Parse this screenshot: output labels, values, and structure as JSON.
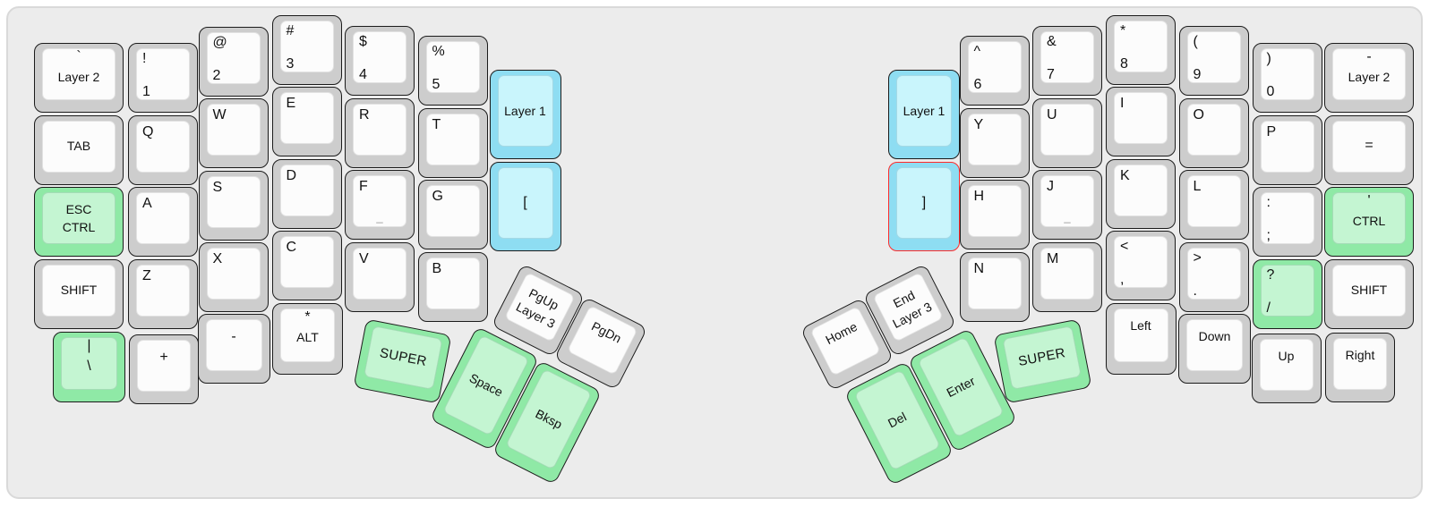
{
  "colors": {
    "panel": "#ececec",
    "key_gray": "#cdcdcd",
    "key_gray_top": "#fcfcfc",
    "key_green": "#8fe9a6",
    "key_green_top": "#c4f5d2",
    "key_blue": "#8eddf2",
    "key_blue_top": "#c9f5fc",
    "red_outline": "#ff2b2b",
    "key_border": "#1b1b1b"
  },
  "keys": [
    {
      "name": "layer2-left",
      "lines": [
        "`",
        "Layer 2"
      ],
      "color": "gray"
    },
    {
      "name": "tab",
      "lines": [
        "TAB"
      ],
      "color": "gray"
    },
    {
      "name": "esc-ctrl",
      "lines": [
        "ESC",
        "CTRL"
      ],
      "color": "green"
    },
    {
      "name": "shift-left",
      "lines": [
        "SHIFT"
      ],
      "color": "gray"
    },
    {
      "name": "pipe-backslash",
      "lines": [
        "|",
        "\\"
      ],
      "color": "green"
    },
    {
      "name": "exclam-1",
      "lines": [
        "!",
        "1"
      ],
      "color": "gray"
    },
    {
      "name": "q",
      "lines": [
        "Q"
      ],
      "color": "gray"
    },
    {
      "name": "a",
      "lines": [
        "A"
      ],
      "color": "gray"
    },
    {
      "name": "z",
      "lines": [
        "Z"
      ],
      "color": "gray"
    },
    {
      "name": "plus",
      "lines": [
        "+"
      ],
      "color": "gray"
    },
    {
      "name": "at-2",
      "lines": [
        "@",
        "2"
      ],
      "color": "gray"
    },
    {
      "name": "w",
      "lines": [
        "W"
      ],
      "color": "gray"
    },
    {
      "name": "s",
      "lines": [
        "S"
      ],
      "color": "gray"
    },
    {
      "name": "x",
      "lines": [
        "X"
      ],
      "color": "gray"
    },
    {
      "name": "minus",
      "lines": [
        "-"
      ],
      "color": "gray"
    },
    {
      "name": "hash-3",
      "lines": [
        "#",
        "3"
      ],
      "color": "gray"
    },
    {
      "name": "e",
      "lines": [
        "E"
      ],
      "color": "gray"
    },
    {
      "name": "d",
      "lines": [
        "D"
      ],
      "color": "gray"
    },
    {
      "name": "c",
      "lines": [
        "C"
      ],
      "color": "gray"
    },
    {
      "name": "star-alt",
      "lines": [
        "*",
        "ALT"
      ],
      "color": "gray"
    },
    {
      "name": "dollar-4",
      "lines": [
        "$",
        "4"
      ],
      "color": "gray"
    },
    {
      "name": "r",
      "lines": [
        "R"
      ],
      "color": "gray"
    },
    {
      "name": "f",
      "lines": [
        "F",
        "_"
      ],
      "color": "gray"
    },
    {
      "name": "v",
      "lines": [
        "V"
      ],
      "color": "gray"
    },
    {
      "name": "percent-5",
      "lines": [
        "%",
        "5"
      ],
      "color": "gray"
    },
    {
      "name": "t",
      "lines": [
        "T"
      ],
      "color": "gray"
    },
    {
      "name": "g",
      "lines": [
        "G"
      ],
      "color": "gray"
    },
    {
      "name": "b",
      "lines": [
        "B"
      ],
      "color": "gray"
    },
    {
      "name": "layer1-left",
      "lines": [
        "Layer 1"
      ],
      "color": "blue"
    },
    {
      "name": "left-bracket",
      "lines": [
        "["
      ],
      "color": "blue"
    },
    {
      "name": "super-left",
      "lines": [
        "SUPER"
      ],
      "color": "green"
    },
    {
      "name": "space",
      "lines": [
        "Space"
      ],
      "color": "green"
    },
    {
      "name": "bksp",
      "lines": [
        "Bksp"
      ],
      "color": "green"
    },
    {
      "name": "pgup-layer3",
      "lines": [
        "PgUp",
        "Layer 3"
      ],
      "color": "gray"
    },
    {
      "name": "pgdn",
      "lines": [
        "PgDn"
      ],
      "color": "gray"
    },
    {
      "name": "layer1-right",
      "lines": [
        "Layer 1"
      ],
      "color": "blue"
    },
    {
      "name": "right-bracket",
      "lines": [
        "]"
      ],
      "color": "blue",
      "border": "red"
    },
    {
      "name": "caret-6",
      "lines": [
        "^",
        "6"
      ],
      "color": "gray"
    },
    {
      "name": "y",
      "lines": [
        "Y"
      ],
      "color": "gray"
    },
    {
      "name": "h",
      "lines": [
        "H"
      ],
      "color": "gray"
    },
    {
      "name": "n",
      "lines": [
        "N"
      ],
      "color": "gray"
    },
    {
      "name": "amp-7",
      "lines": [
        "&",
        "7"
      ],
      "color": "gray"
    },
    {
      "name": "u",
      "lines": [
        "U"
      ],
      "color": "gray"
    },
    {
      "name": "j",
      "lines": [
        "J",
        "_"
      ],
      "color": "gray"
    },
    {
      "name": "m",
      "lines": [
        "M"
      ],
      "color": "gray"
    },
    {
      "name": "star-8",
      "lines": [
        "*",
        "8"
      ],
      "color": "gray"
    },
    {
      "name": "i",
      "lines": [
        "I"
      ],
      "color": "gray"
    },
    {
      "name": "k",
      "lines": [
        "K"
      ],
      "color": "gray"
    },
    {
      "name": "lt-comma",
      "lines": [
        "<",
        ","
      ],
      "color": "gray"
    },
    {
      "name": "left-arrow",
      "lines": [
        "Left"
      ],
      "color": "gray"
    },
    {
      "name": "lparen-9",
      "lines": [
        "(",
        "9"
      ],
      "color": "gray"
    },
    {
      "name": "o",
      "lines": [
        "O"
      ],
      "color": "gray"
    },
    {
      "name": "l",
      "lines": [
        "L"
      ],
      "color": "gray"
    },
    {
      "name": "gt-period",
      "lines": [
        ">",
        "."
      ],
      "color": "gray"
    },
    {
      "name": "down-arrow",
      "lines": [
        "Down"
      ],
      "color": "gray"
    },
    {
      "name": "rparen-0",
      "lines": [
        ")",
        "0"
      ],
      "color": "gray"
    },
    {
      "name": "p",
      "lines": [
        "P"
      ],
      "color": "gray"
    },
    {
      "name": "colon-semicolon",
      "lines": [
        ":",
        ";"
      ],
      "color": "gray"
    },
    {
      "name": "question-slash",
      "lines": [
        "?",
        "/"
      ],
      "color": "green"
    },
    {
      "name": "up-arrow",
      "lines": [
        "Up"
      ],
      "color": "gray"
    },
    {
      "name": "layer2-right",
      "lines": [
        "-",
        "Layer 2"
      ],
      "color": "gray"
    },
    {
      "name": "equals",
      "lines": [
        "="
      ],
      "color": "gray"
    },
    {
      "name": "quote-ctrl",
      "lines": [
        "'",
        "CTRL"
      ],
      "color": "green"
    },
    {
      "name": "shift-right",
      "lines": [
        "SHIFT"
      ],
      "color": "gray"
    },
    {
      "name": "right-arrow",
      "lines": [
        "Right"
      ],
      "color": "gray"
    },
    {
      "name": "del",
      "lines": [
        "Del"
      ],
      "color": "green"
    },
    {
      "name": "enter",
      "lines": [
        "Enter"
      ],
      "color": "green"
    },
    {
      "name": "home",
      "lines": [
        "Home"
      ],
      "color": "gray"
    },
    {
      "name": "end-layer3",
      "lines": [
        "End",
        "Layer 3"
      ],
      "color": "gray"
    },
    {
      "name": "super-right",
      "lines": [
        "SUPER"
      ],
      "color": "green"
    }
  ]
}
